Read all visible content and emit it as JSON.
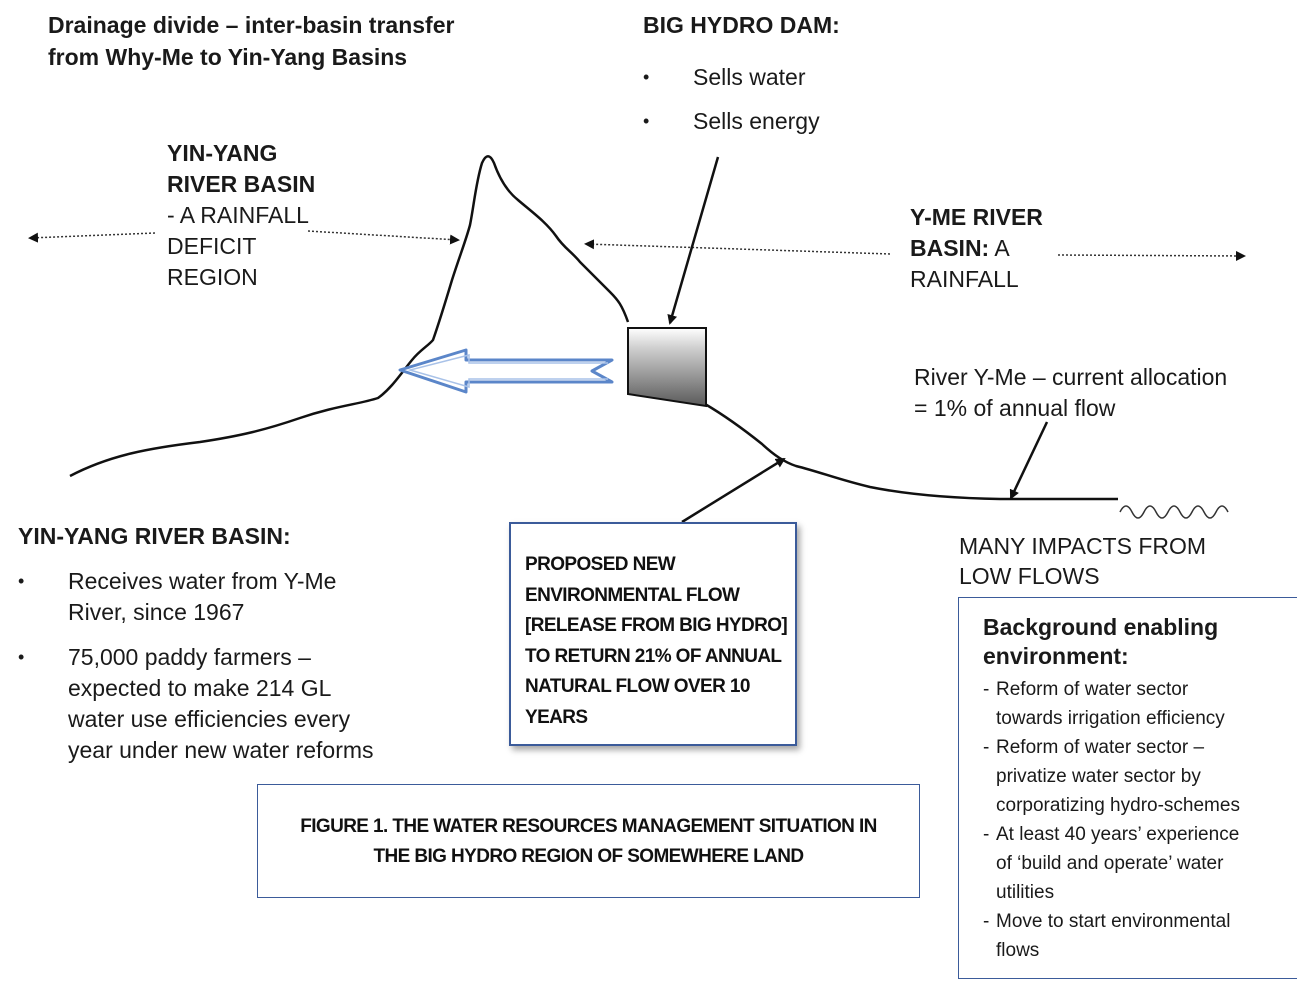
{
  "divide_title": [
    "Drainage divide – inter-basin transfer",
    "from Why-Me to Yin-Yang Basins"
  ],
  "dam": {
    "title": "BIG HYDRO DAM:",
    "bullets": [
      "Sells water",
      "Sells energy"
    ]
  },
  "yinyang_label": {
    "title": [
      "YIN-YANG",
      "RIVER BASIN"
    ],
    "desc": [
      "- A  RAINFALL",
      "DEFICIT",
      "REGION"
    ]
  },
  "yme_label": {
    "title": [
      "Y-ME RIVER",
      "BASIN:"
    ],
    "desc_inline": " A",
    "desc": "RAINFALL"
  },
  "river_allocation": [
    "River Y-Me – current allocation",
    "= 1% of annual flow"
  ],
  "impacts": [
    "MANY IMPACTS FROM",
    "LOW FLOWS"
  ],
  "yinyang_basin": {
    "title": "YIN-YANG RIVER BASIN:",
    "bullets": [
      [
        "Receives water from Y-Me",
        "River, since 1967"
      ],
      [
        "75,000 paddy farmers –",
        "expected to make 214 GL",
        "water use efficiencies every",
        "year under new water reforms"
      ]
    ]
  },
  "proposal_box": [
    "PROPOSED NEW",
    "ENVIRONMENTAL FLOW",
    "[RELEASE FROM BIG HYDRO]",
    "TO RETURN 21% OF ANNUAL",
    "NATURAL FLOW OVER 10",
    "YEARS"
  ],
  "figure_caption": [
    "FIGURE 1.  THE WATER RESOURCES MANAGEMENT SITUATION IN",
    "THE BIG HYDRO REGION OF SOMEWHERE LAND"
  ],
  "background_box": {
    "title": [
      "Background enabling",
      "environment:"
    ],
    "items": [
      [
        "Reform of water sector",
        "towards irrigation efficiency"
      ],
      [
        "Reform of water sector –",
        "privatize water sector by",
        "corporatizing hydro-schemes"
      ],
      [
        "At least 40 years’ experience",
        "of ‘build and operate’ water",
        "utilities"
      ],
      [
        "Move to start environmental",
        "flows"
      ]
    ]
  },
  "colors": {
    "box_border": "#3b5b9a",
    "transfer_arrow": "#5b86c9"
  }
}
